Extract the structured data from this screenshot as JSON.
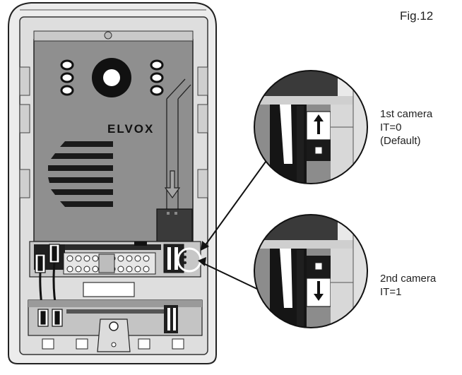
{
  "figure": {
    "title": "Fig.12",
    "brand": "ELVOX"
  },
  "callouts": [
    {
      "line1": "1st camera",
      "line2": "IT=0",
      "line3": "(Default)"
    },
    {
      "line1": "2nd camera",
      "line2": "IT=1"
    }
  ],
  "colors": {
    "housing": "#eaeaea",
    "panel": "#8f8f8f",
    "dark": "#1a1a1a",
    "outline": "#222222"
  },
  "icons": [
    "arrow-up-icon",
    "arrow-down-icon"
  ]
}
